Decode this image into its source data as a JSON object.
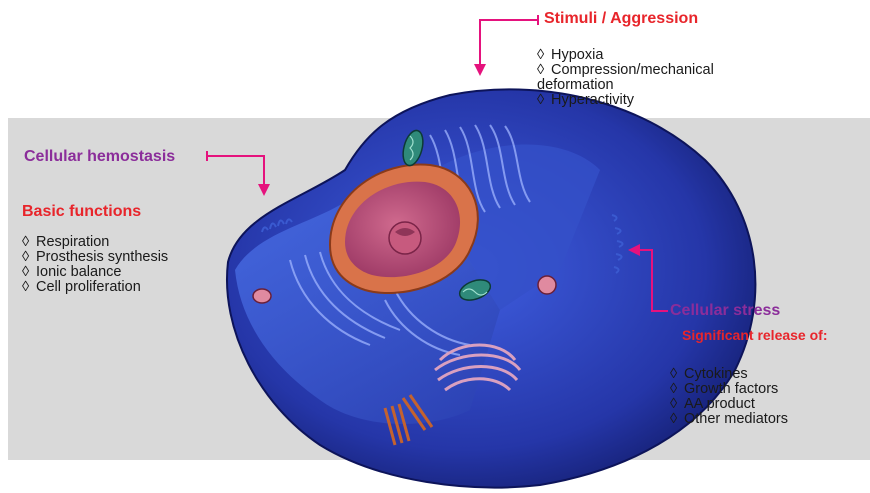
{
  "labels": {
    "stimuli_title": "Stimuli / Aggression",
    "hemostasis_title": "Cellular hemostasis",
    "basic_title": "Basic functions",
    "stress_title": "Cellular stress",
    "release_title": "Significant release of:"
  },
  "stimuli_items": [
    "Hypoxia",
    "Compression/mechanical",
    "deformation",
    "Hyperactivity"
  ],
  "basic_items": [
    "Respiration",
    "Prosthesis synthesis",
    "Ionic balance",
    "Cell proliferation"
  ],
  "stress_items": [
    "Cytokines",
    "Growth factors",
    "AA product",
    "Other mediators"
  ],
  "bullet_symbol": "◊",
  "colors": {
    "accent_red": "#e8252b",
    "accent_purple": "#8b2d9a",
    "arrow_magenta": "#e5127d",
    "cell_blue": "#2a3fb0",
    "background_band": "#d9d9d9"
  }
}
